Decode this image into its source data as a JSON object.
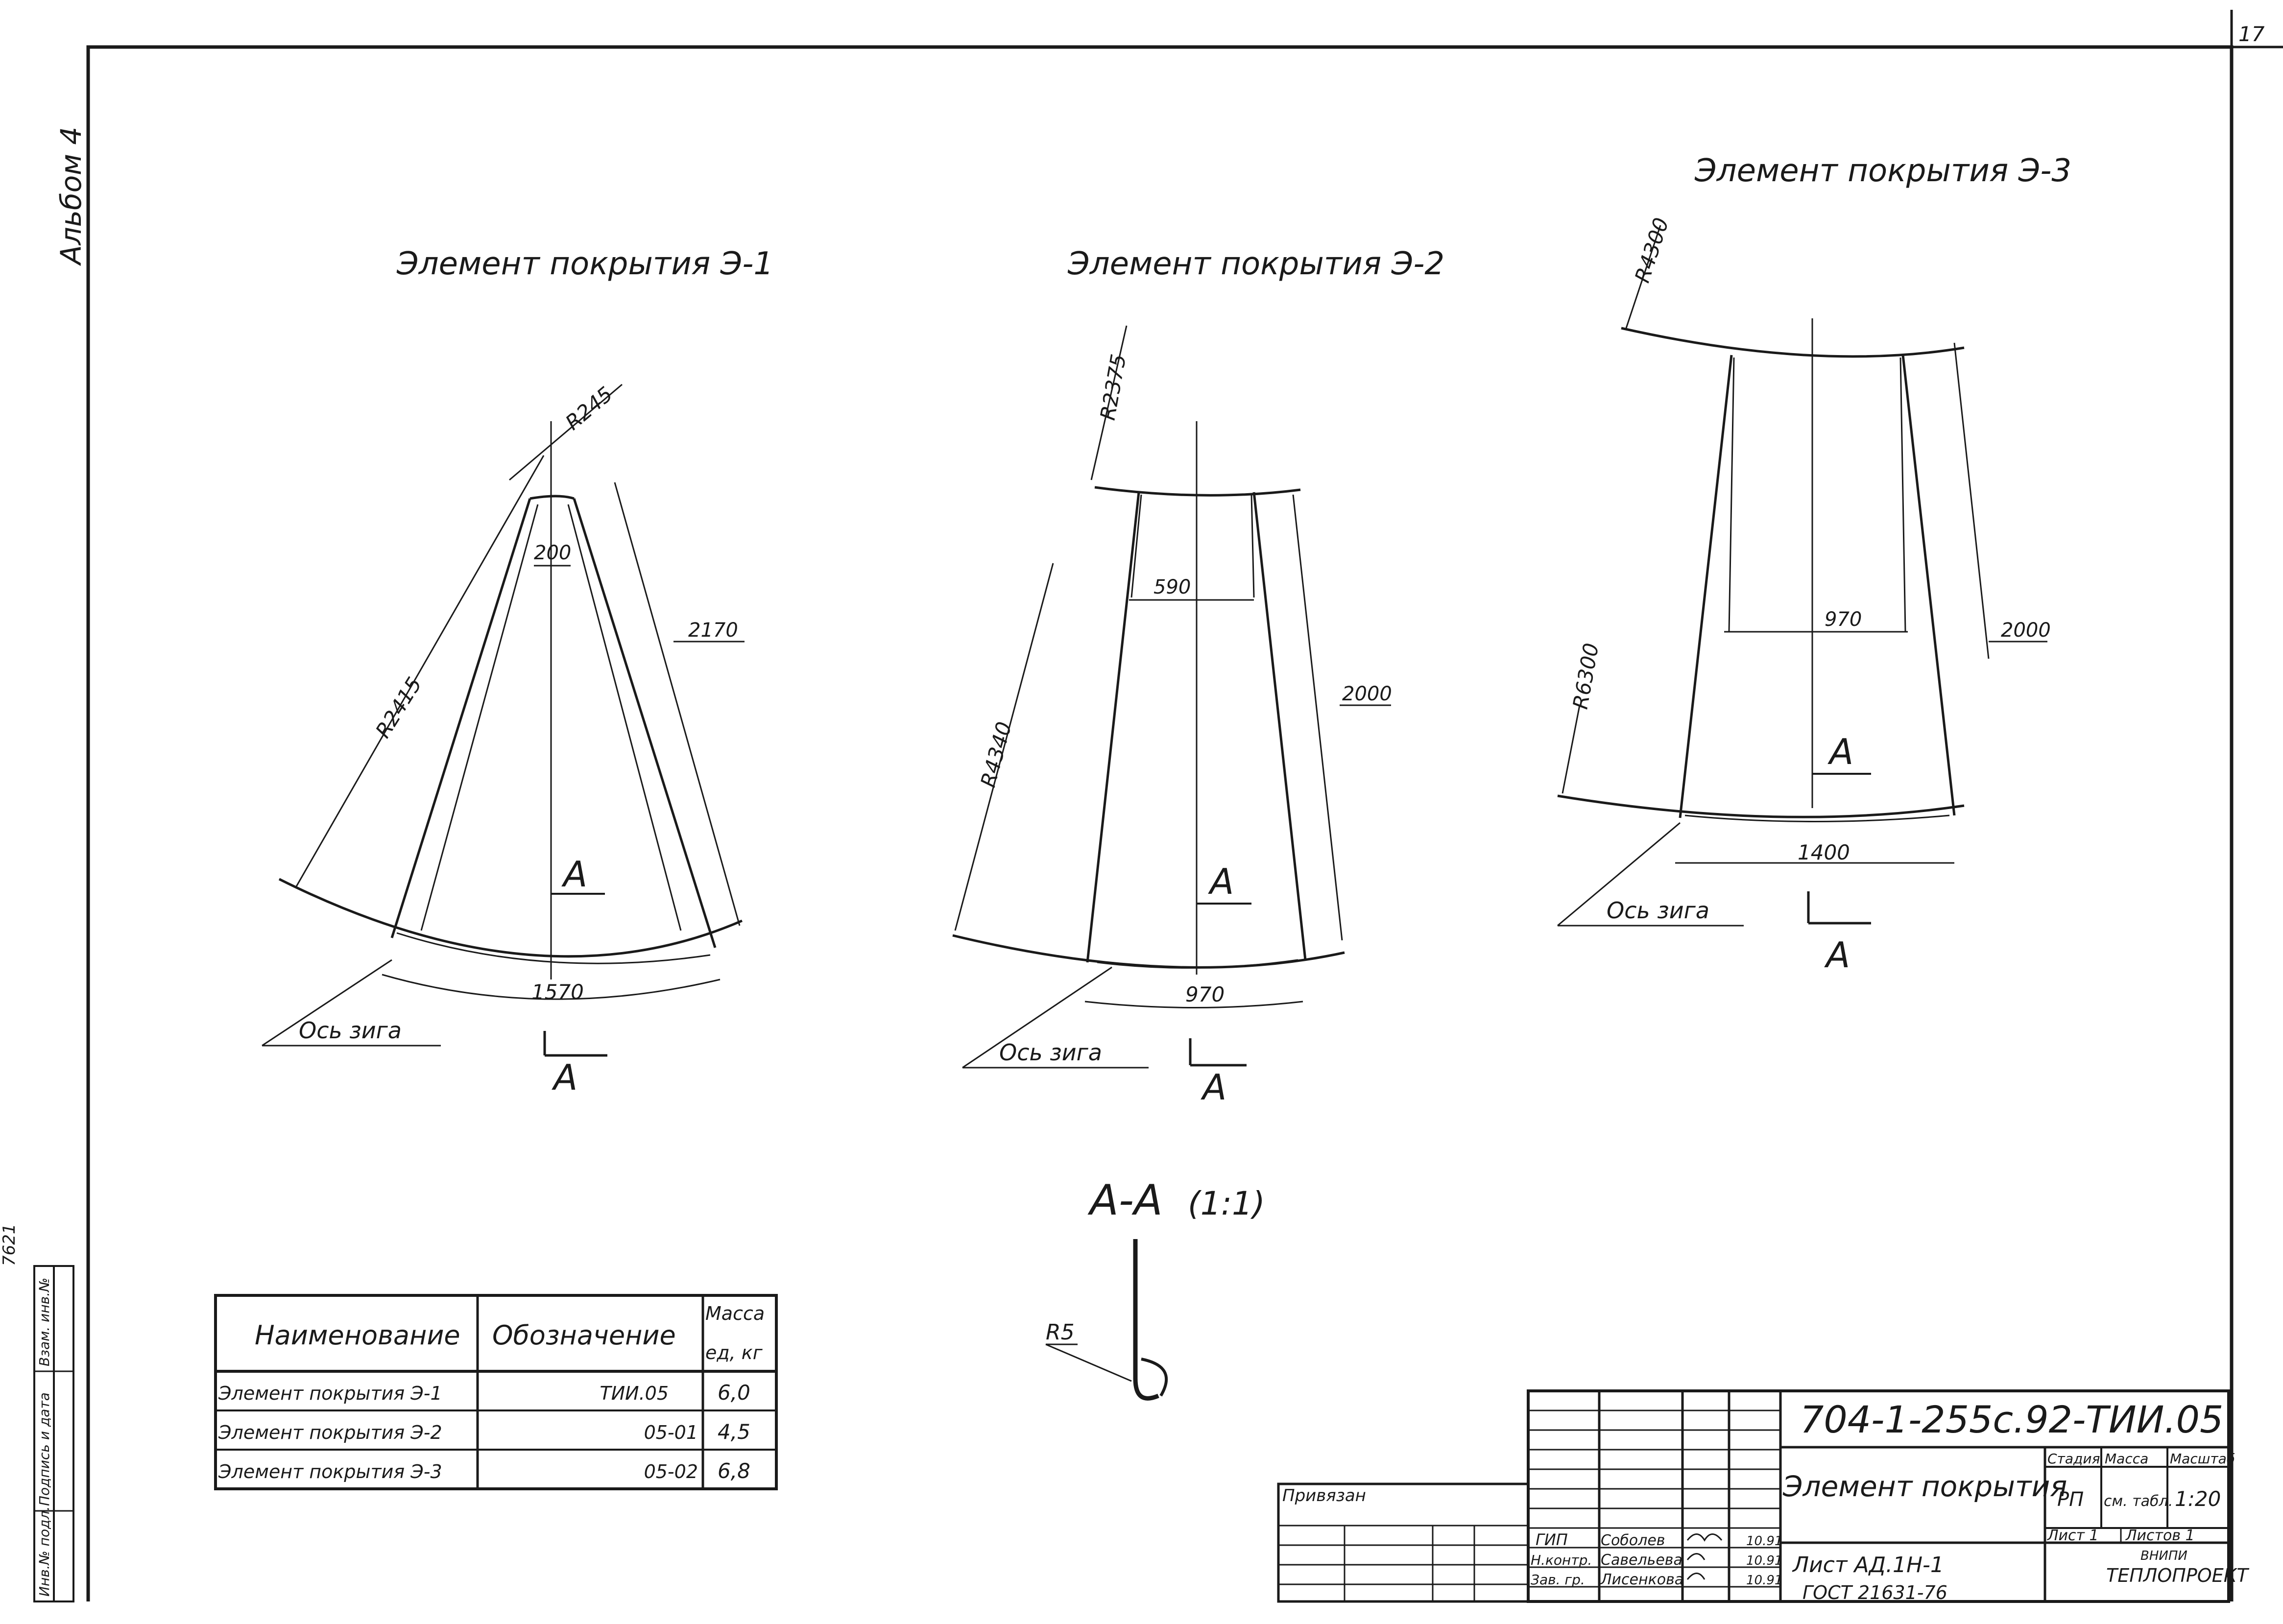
{
  "page_number": "17",
  "side_label": "Альбом 4",
  "elements": [
    {
      "title": "Элемент покрытия Э-1",
      "r_top": "R245",
      "r_side": "R2415",
      "top_width": "200",
      "bottom_width": "1570",
      "length": "2170",
      "section_mark": "A",
      "axis_label": "Ось зига"
    },
    {
      "title": "Элемент покрытия Э-2",
      "r_top": "R2375",
      "r_side": "R4340",
      "top_width": "590",
      "bottom_width": "970",
      "length": "2000",
      "section_mark": "A",
      "axis_label": "Ось зига"
    },
    {
      "title": "Элемент покрытия Э-3",
      "r_top": "R4300",
      "r_side": "R6300",
      "top_width": "970",
      "bottom_width": "1400",
      "length": "2000",
      "section_mark": "A",
      "axis_label": "Ось зига"
    }
  ],
  "section": {
    "title": "А-А",
    "scale": "(1:1)",
    "radius": "R5"
  },
  "spec_table": {
    "headers": [
      "Наименование",
      "Обозначение",
      "Масса",
      "ед, кг"
    ],
    "rows": [
      [
        "Элемент покрытия Э-1",
        "ТИИ.05",
        "6,0"
      ],
      [
        "Элемент покрытия Э-2",
        "05-01",
        "4,5"
      ],
      [
        "Элемент покрытия Э-3",
        "05-02",
        "6,8"
      ]
    ]
  },
  "margin_stamp": {
    "number": "7621",
    "col1": "Инв.№ подл.",
    "col2": "Подпись и дата",
    "col3": "Взам. инв.№"
  },
  "title_block": {
    "doc_code": "704-1-255с.92-ТИИ.05",
    "name": "Элемент покрытия",
    "stage_header": "Стадия",
    "mass_header": "Масса",
    "scale_header": "Масштаб",
    "stage": "РП",
    "mass": "см. табл.",
    "scale": "1:20",
    "sheet_label": "Лист 1",
    "sheets_label": "Листов 1",
    "sheet_ref": "Лист АД.1Н-1",
    "gost": "ГОСТ 21631-76",
    "org_small": "ВНИПИ",
    "org": "ТЕПЛОПРОЕКТ",
    "privyazan": "Привязан",
    "roles": [
      {
        "role": "ГИП",
        "name": "Соболев",
        "date": "10.91"
      },
      {
        "role": "Н.контр.",
        "name": "Савельева",
        "date": "10.91"
      },
      {
        "role": "Зав. гр.",
        "name": "Лисенкова",
        "date": "10.91"
      }
    ]
  }
}
